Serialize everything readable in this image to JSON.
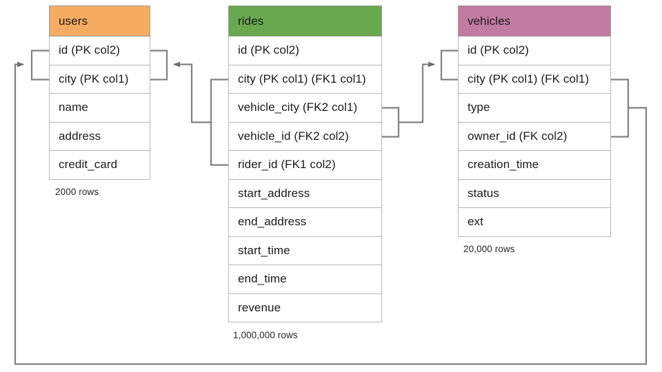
{
  "diagram": {
    "title_hidden": true,
    "colors": {
      "users_header": "#f5ac62",
      "rides_header": "#6aa84f",
      "vehicles_header": "#c27ba0",
      "cell_border": "#b6b6b6",
      "header_border": "#9a9a9a",
      "connector": "#808080",
      "text": "#1a1a1a"
    },
    "tables": [
      {
        "name": "users",
        "header_color": "#f5ac62",
        "columns": [
          "id (PK col2)",
          "city (PK col1)",
          "name",
          "address",
          "credit_card"
        ],
        "row_count_label": "2000 rows"
      },
      {
        "name": "rides",
        "header_color": "#6aa84f",
        "columns": [
          "id (PK col2)",
          "city (PK col1) (FK1 col1)",
          "vehicle_city (FK2 col1)",
          "vehicle_id (FK2 col2)",
          "rider_id (FK1 col2)",
          "start_address",
          "end_address",
          "start_time",
          "end_time",
          "revenue"
        ],
        "row_count_label": "1,000,000 rows"
      },
      {
        "name": "vehicles",
        "header_color": "#c27ba0",
        "columns": [
          "id (PK col2)",
          "city (PK col1) (FK col1)",
          "type",
          "owner_id (FK col2)",
          "creation_time",
          "status",
          "ext"
        ],
        "row_count_label": "20,000 rows"
      }
    ],
    "relationships": [
      {
        "name": "rides-rider-to-users",
        "from_table": "rides",
        "from_columns": [
          "city (PK col1) (FK1 col1)",
          "rider_id (FK1 col2)"
        ],
        "to_table": "users",
        "to_columns": [
          "id (PK col2)",
          "city (PK col1)"
        ],
        "arrow_direction": "left"
      },
      {
        "name": "rides-vehicle-to-vehicles",
        "from_table": "rides",
        "from_columns": [
          "vehicle_city (FK2 col1)",
          "vehicle_id (FK2 col2)"
        ],
        "to_table": "vehicles",
        "to_columns": [
          "id (PK col2)",
          "city (PK col1) (FK col1)"
        ],
        "arrow_direction": "right"
      },
      {
        "name": "vehicles-owner-to-users",
        "from_table": "vehicles",
        "from_columns": [
          "city (PK col1) (FK col1)",
          "owner_id (FK col2)"
        ],
        "to_table": "users",
        "to_columns": [
          "id (PK col2)",
          "city (PK col1)"
        ],
        "arrow_direction": "right"
      }
    ]
  }
}
